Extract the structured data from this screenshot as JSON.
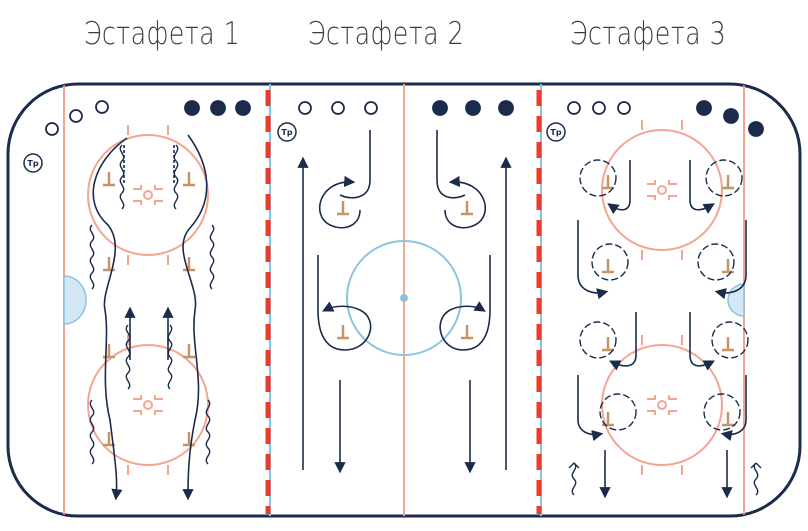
{
  "relays": [
    {
      "title": "Эстафета 1"
    },
    {
      "title": "Эстафета 2"
    },
    {
      "title": "Эстафета 3"
    }
  ],
  "coach_label": "Тр",
  "colors": {
    "border": "#1a2b4c",
    "line_red": "#f4a592",
    "dash_red": "#ee3a2a",
    "blue_line": "#8cc4e0",
    "faceoff": "#f4a592",
    "player": "#c49568",
    "path": "#1a2b4c",
    "goal_crease": "#d3e8f4"
  }
}
